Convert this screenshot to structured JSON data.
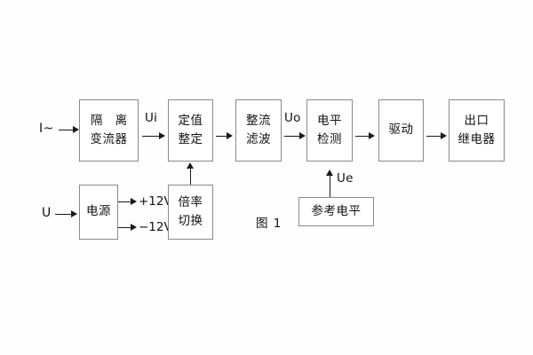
{
  "diagram": {
    "caption": "图 1",
    "inputs": {
      "current": "I~",
      "voltage": "U"
    },
    "signal_labels": {
      "ui": "Ui",
      "uo": "Uo",
      "ue": "Ue"
    },
    "power_rails": {
      "positive": "+12V",
      "negative": "−12V"
    },
    "blocks": [
      {
        "id": "isolation-transformer",
        "lines": [
          "隔 离",
          "变流器"
        ]
      },
      {
        "id": "setting-adjustment",
        "lines": [
          "定值",
          "整定"
        ]
      },
      {
        "id": "rectify-filter",
        "lines": [
          "整流",
          "滤波"
        ]
      },
      {
        "id": "level-detection",
        "lines": [
          "电平",
          "检测"
        ]
      },
      {
        "id": "drive",
        "lines": [
          "驱动"
        ]
      },
      {
        "id": "output-relay",
        "lines": [
          "出口",
          "继电器"
        ]
      },
      {
        "id": "power-supply",
        "lines": [
          "电源"
        ]
      },
      {
        "id": "multiplier-switch",
        "lines": [
          "倍率",
          "切换"
        ]
      },
      {
        "id": "reference-level",
        "lines": [
          "参考电平"
        ]
      }
    ],
    "colors": {
      "border": "#8a8a8a",
      "line": "#1a1a1a",
      "text": "#111111",
      "background": "#fefefe"
    }
  }
}
